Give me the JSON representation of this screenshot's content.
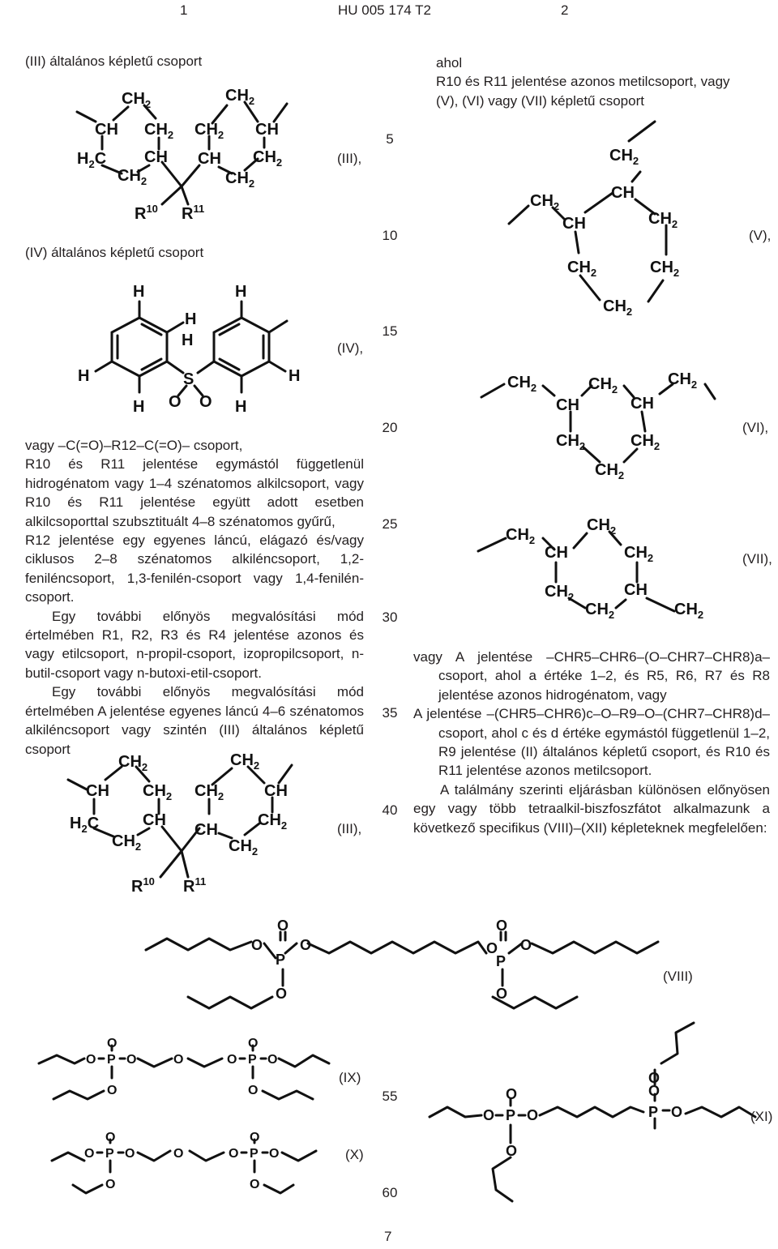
{
  "header": {
    "left_page": "1",
    "doc_id": "HU 005 174 T2",
    "right_page": "2"
  },
  "footer": {
    "page": "7"
  },
  "line_numbers": [
    "5",
    "10",
    "15",
    "20",
    "25",
    "30",
    "35",
    "40",
    "55",
    "60"
  ],
  "left": {
    "heading_iii": "(III) általános képletű csoport",
    "heading_iv": "(IV) általános képletű csoport",
    "label_iii": "(III),",
    "label_iv": "(IV),",
    "label_iii_b": "(III),",
    "p1": "vagy –C(=O)–R12–C(=O)– csoport,",
    "p2": "R10 és R11 jelentése egymástól függetlenül hidrogénatom vagy 1–4 szénatomos alkilcsoport, vagy R10 és R11 jelentése együtt adott esetben alkilcsoporttal szubsztituált 4–8 szénatomos gyűrű,",
    "p3": "R12 jelentése egy egyenes láncú, elágazó és/vagy ciklusos 2–8 szénatomos alkiléncsoport, 1,2-feniléncsoport, 1,3-fenilén-csoport vagy 1,4-fenilén-csoport.",
    "p4": "Egy további előnyös megvalósítási mód értelmében R1, R2, R3 és R4 jelentése azonos és vagy etilcsoport, n-propil-csoport, izopropilcsoport, n-butil-csoport vagy n-butoxi-etil-csoport.",
    "p5": "Egy további előnyös megvalósítási mód értelmében A jelentése egyenes láncú 4–6 szénatomos alkiléncsoport vagy szintén (III) általános képletű csoport"
  },
  "right": {
    "intro1": "ahol",
    "intro2": "R10 és R11 jelentése azonos metilcsoport, vagy",
    "intro3": "(V), (VI) vagy (VII) képletű csoport",
    "label_v": "(V),",
    "label_vi": "(VI),",
    "label_vii": "(VII),",
    "p1": "vagy A jelentése –CHR5–CHR6–(O–CHR7–CHR8)a– csoport, ahol a értéke 1–2, és R5, R6, R7 és R8 jelentése azonos hidrogénatom, vagy",
    "p2": "A jelentése –(CHR5–CHR6)c–O–R9–O–(CHR7–CHR8)d– csoport, ahol c és d értéke egymástól függetlenül 1–2, R9 jelentése (II) általános képletű csoport, és R10 és R11 jelentése azonos metilcsoport.",
    "p3": "A találmány szerinti eljárásban különösen előnyösen egy vagy több tetraalkil-biszfoszfátot alkalmazunk a következő specifikus (VIII)–(XII) képleteknek megfelelően:"
  },
  "bottom_labels": {
    "viii": "(VIII)",
    "ix": "(IX)",
    "x": "(X)",
    "xi": "(XI)"
  },
  "atoms": {
    "ch": "CH",
    "ch2": "CH",
    "sub2": "2",
    "h2c_h": "H",
    "h2c_c": "C",
    "r": "R",
    "r10": "10",
    "r11": "11",
    "h": "H",
    "s": "S",
    "o": "O",
    "p": "P"
  }
}
